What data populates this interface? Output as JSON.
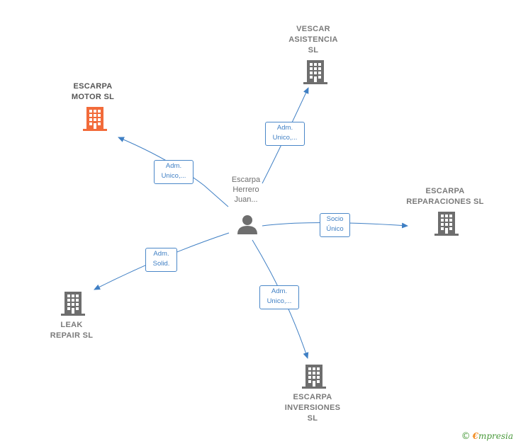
{
  "colors": {
    "edge": "#3f7fc4",
    "node": "#7a7a7a",
    "highlight": "#f26b3a"
  },
  "center": {
    "name_lines": [
      "Escarpa",
      "Herrero",
      "Juan..."
    ],
    "icon": "person-icon"
  },
  "nodes": [
    {
      "id": "motor",
      "lines": [
        "ESCARPA",
        "MOTOR  SL"
      ],
      "icon": "building-icon",
      "highlight": true
    },
    {
      "id": "vescar",
      "lines": [
        "VESCAR",
        "ASISTENCIA",
        "SL"
      ],
      "icon": "building-icon",
      "highlight": false
    },
    {
      "id": "reparaciones",
      "lines": [
        "ESCARPA",
        "REPARACIONES SL"
      ],
      "icon": "building-icon",
      "highlight": false
    },
    {
      "id": "leak",
      "lines": [
        "LEAK",
        "REPAIR  SL"
      ],
      "icon": "building-icon",
      "highlight": false
    },
    {
      "id": "inversiones",
      "lines": [
        "ESCARPA",
        "INVERSIONES",
        "SL"
      ],
      "icon": "building-icon",
      "highlight": false
    }
  ],
  "edges": [
    {
      "to": "motor",
      "lines": [
        "Adm.",
        "Unico,..."
      ]
    },
    {
      "to": "vescar",
      "lines": [
        "Adm.",
        "Unico,..."
      ]
    },
    {
      "to": "reparaciones",
      "lines": [
        "Socio",
        "Único"
      ]
    },
    {
      "to": "leak",
      "lines": [
        "Adm.",
        "Solid."
      ]
    },
    {
      "to": "inversiones",
      "lines": [
        "Adm.",
        "Unico,..."
      ]
    }
  ],
  "footer": {
    "copyright": "©",
    "brand_initial": "€",
    "brand_rest": "mpresia"
  }
}
